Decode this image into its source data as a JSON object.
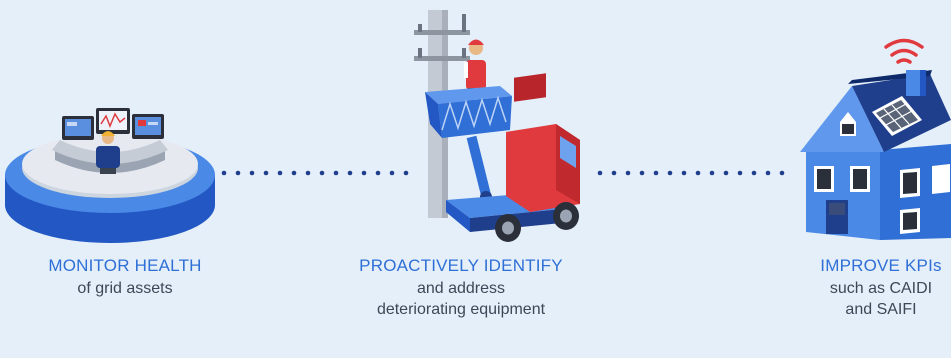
{
  "steps": [
    {
      "heading": "MONITOR HEALTH",
      "lines": [
        "of grid assets"
      ]
    },
    {
      "heading": "PROACTIVELY IDENTIFY",
      "lines": [
        "and address",
        "deteriorating equipment"
      ]
    },
    {
      "heading": "IMPROVE KPIs",
      "lines": [
        "such as CAIDI",
        "and SAIFI"
      ]
    }
  ],
  "colors": {
    "background": "#e4effa",
    "heading": "#2f6fd6",
    "body_text": "#3e4756",
    "connector_dots": "#1f3e8c",
    "platform_blue": "#2f6fd6",
    "truck_red": "#e03a3e",
    "wifi_red": "#e03a3e"
  },
  "icons": [
    "control-room-icon",
    "bucket-truck-icon",
    "smart-house-icon",
    "wifi-icon"
  ]
}
